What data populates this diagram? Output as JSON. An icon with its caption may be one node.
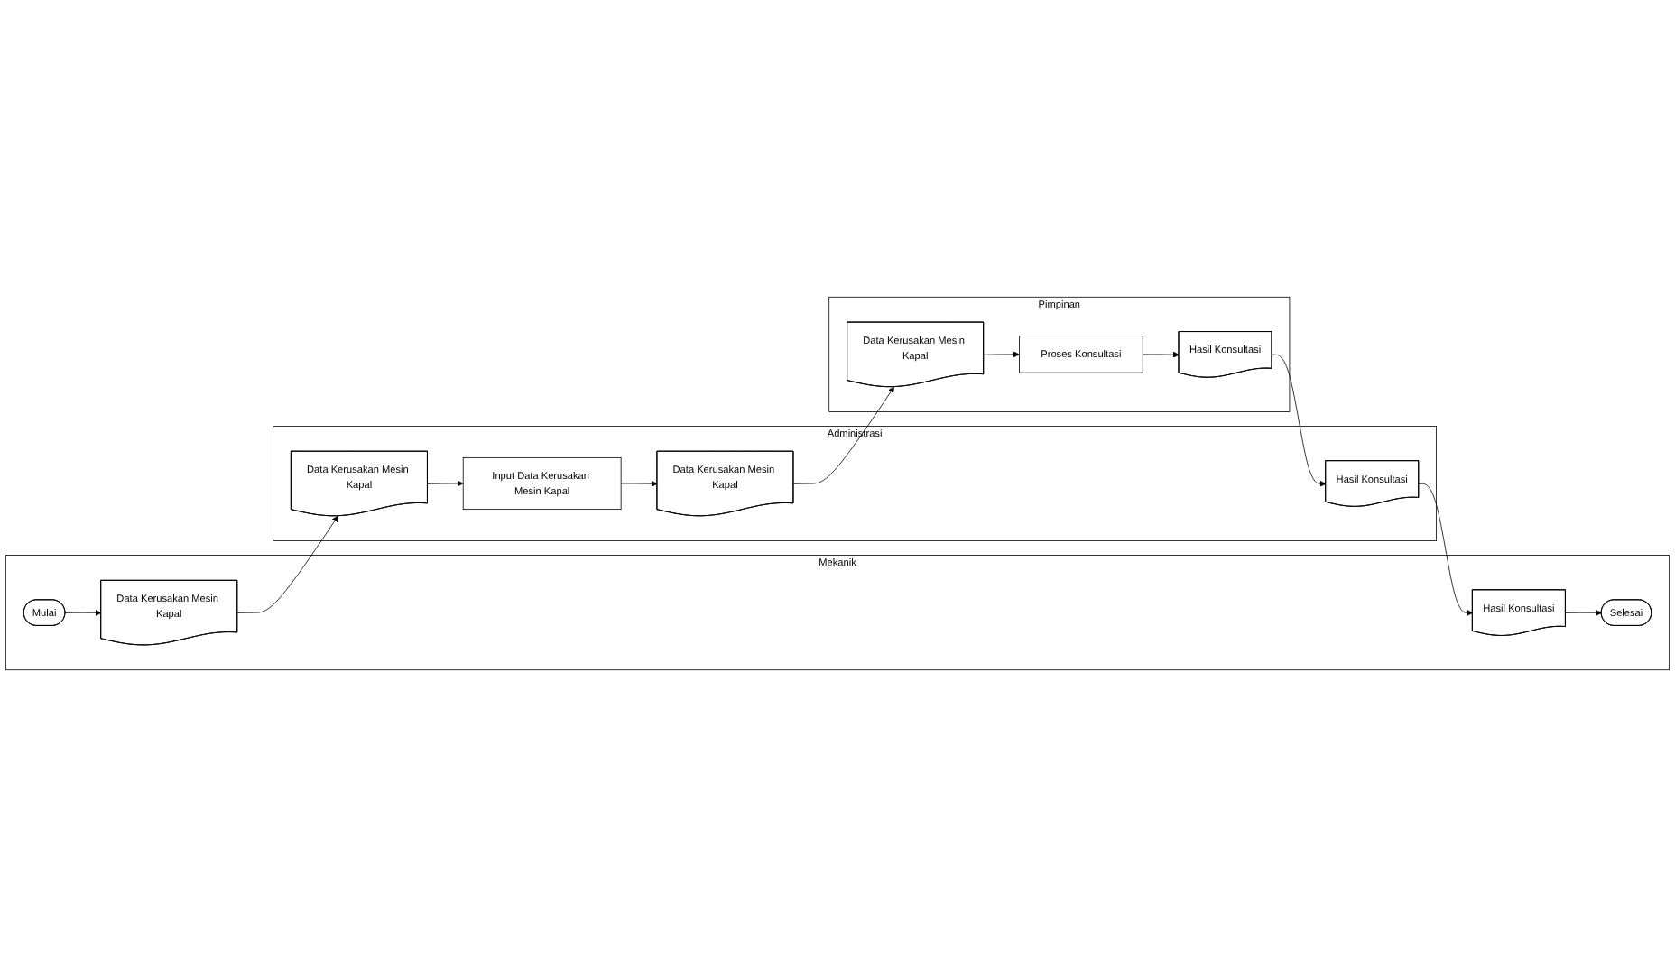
{
  "diagram": {
    "nodes": [
      {
        "text": [
          "Mekanik"
        ]
      },
      {
        "text": [
          "Administrasi"
        ]
      },
      {
        "text": [
          "Pimpinan"
        ]
      },
      {
        "text": [
          "Mulai"
        ],
        "in": 0
      },
      {
        "text": [
          "Data Kerusakan Mesin Kapal"
        ],
        "in": 0
      },
      {
        "text": [
          "Data Kerusakan Mesin Kapal"
        ],
        "in": 1
      },
      {
        "text": [
          "Input Data Kerusakan Mesin Kapal"
        ],
        "in": 1
      },
      {
        "text": [
          "Data Kerusakan Mesin Kapal"
        ],
        "in": 1
      },
      {
        "text": [
          "Data Kerusakan Mesin Kapal"
        ],
        "in": 2
      },
      {
        "text": [
          "Proses Konsultasi"
        ],
        "in": 2
      },
      {
        "text": [
          "Hasil Konsultasi"
        ],
        "in": 2
      },
      {
        "text": [
          "Hasil Konsultasi"
        ],
        "in": 1
      },
      {
        "text": [
          "Hasil Konsultasi"
        ],
        "in": 0
      },
      {
        "text": [
          "Selesai"
        ],
        "in": 0
      }
    ],
    "edges": [
      {
        "from": 3,
        "to": 4,
        "arrow": "to"
      },
      {
        "from": 4,
        "to": 5,
        "arrow": "to"
      },
      {
        "from": 5,
        "to": 6,
        "arrow": "to"
      },
      {
        "from": 6,
        "to": 7,
        "arrow": "to"
      },
      {
        "from": 7,
        "to": 8,
        "arrow": "to"
      },
      {
        "from": 8,
        "to": 9,
        "arrow": "to"
      },
      {
        "from": 9,
        "to": 10,
        "arrow": "to"
      },
      {
        "from": 10,
        "to": 11,
        "arrow": "to"
      },
      {
        "from": 11,
        "to": 12,
        "arrow": "to"
      },
      {
        "from": 12,
        "to": 13,
        "arrow": "to"
      }
    ]
  }
}
